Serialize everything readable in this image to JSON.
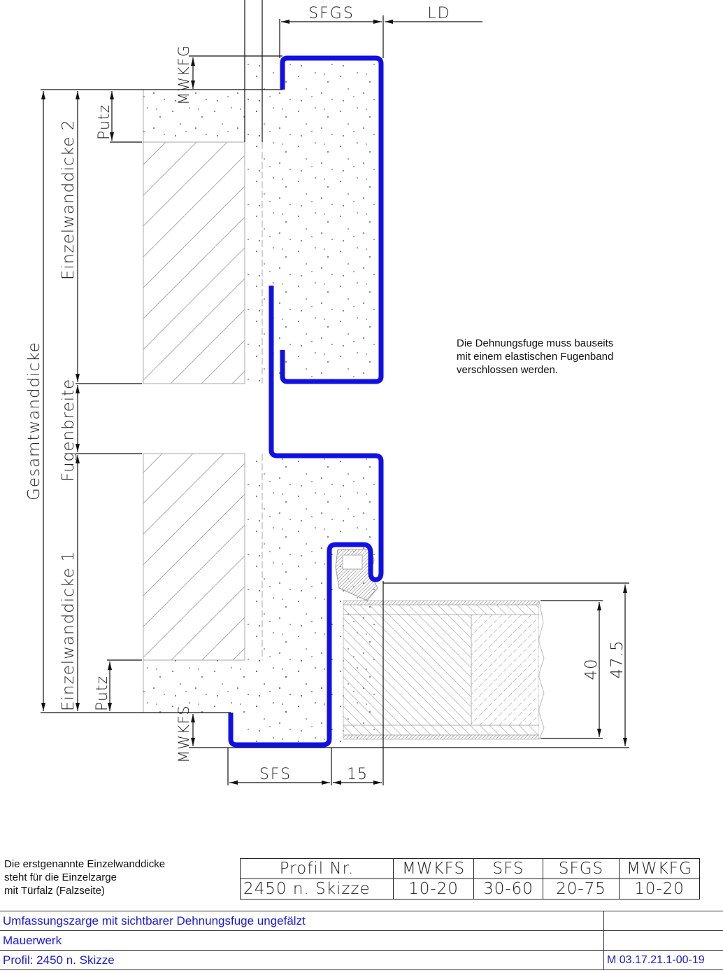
{
  "drawing": {
    "dimensions": {
      "top": [
        "SFGS",
        "LD"
      ],
      "left_outer": "Gesamtwanddicke",
      "left_middle": [
        "Einzelwanddicke 2",
        "Fugenbreite",
        "Einzelwanddicke 1"
      ],
      "left_inner": [
        "Putz",
        "Putz"
      ],
      "mwkfg": "MWKFG",
      "mwkfs": "MWKFS",
      "bottom": [
        "SFS",
        "15"
      ],
      "right": [
        "40",
        "47.5"
      ]
    },
    "profile_color": "#1010e6",
    "note": {
      "lines": [
        "Die Dehnungsfuge muss bauseits",
        "mit einem elastischen Fugenband",
        "verschlossen werden."
      ]
    }
  },
  "footnote": {
    "lines": [
      "Die erstgenannte Einzelwanddicke",
      "steht für die Einzelzarge",
      "mit Türfalz (Falzseite)"
    ]
  },
  "profile_table": {
    "headers": [
      "Profil Nr.",
      "MWKFS",
      "SFS",
      "SFGS",
      "MWKFG"
    ],
    "rows": [
      [
        "2450 n. Skizze",
        "10-20",
        "30-60",
        "20-75",
        "10-20"
      ]
    ]
  },
  "title_block": {
    "rows": [
      {
        "label": "Umfassungszarge mit sichtbarer Dehnungsfuge ungefälzt",
        "code": ""
      },
      {
        "label": "Mauerwerk",
        "code": ""
      },
      {
        "label": "Profil: 2450 n. Skizze",
        "code": "M 03.17.21.1-00-19"
      }
    ],
    "text_color": "#1a1adc"
  }
}
